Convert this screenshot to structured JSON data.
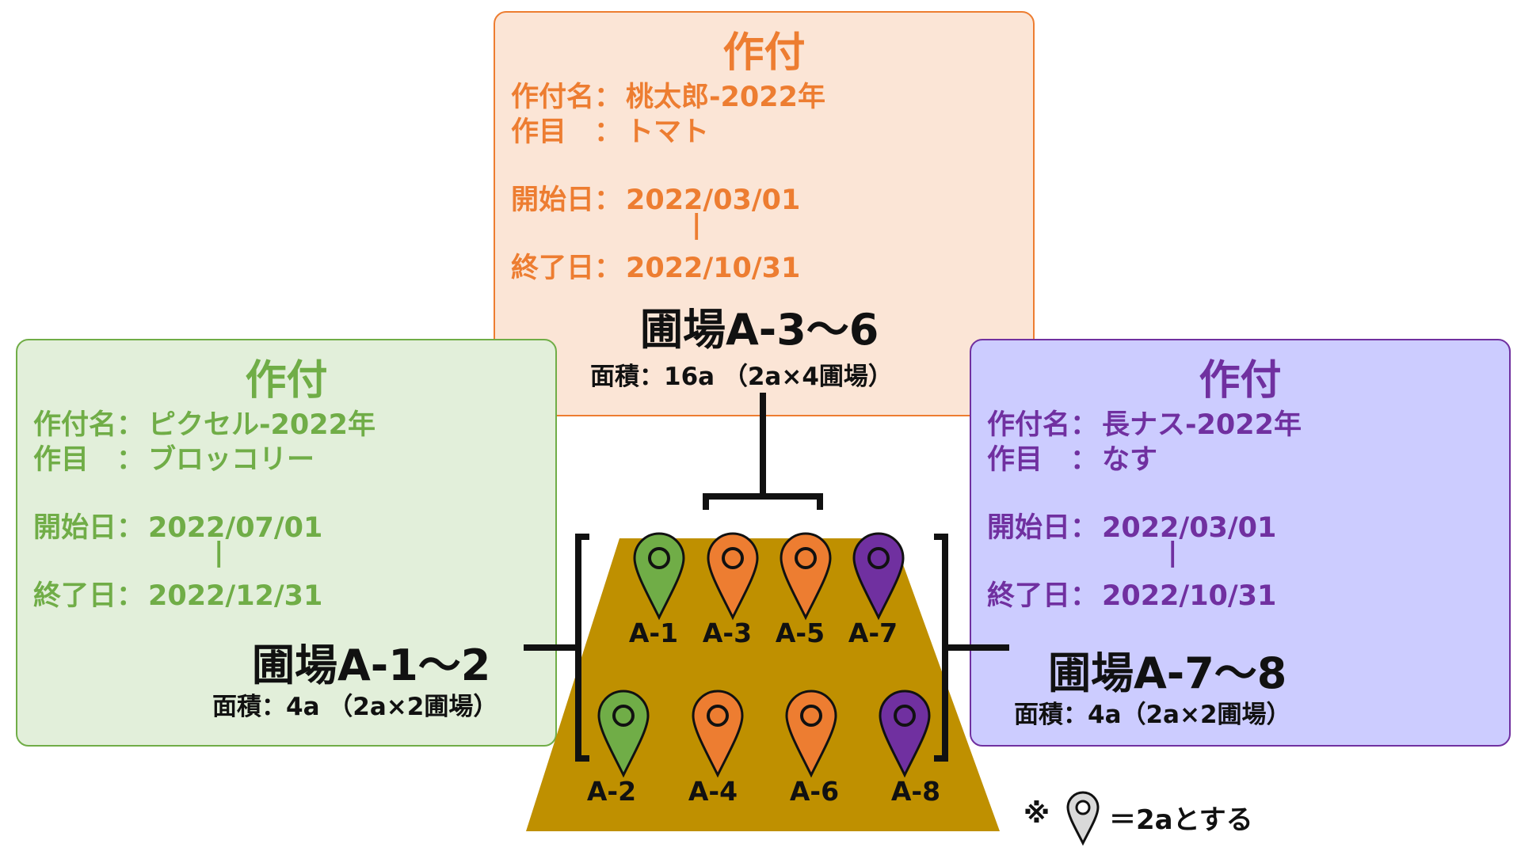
{
  "tomato_box": {
    "title": "作付",
    "name_label": "作付名：",
    "name_value": "桃太郎-2022年",
    "crop_label": "作目　：",
    "crop_value": "トマト",
    "start_label": "開始日：",
    "start_value": "2022/03/01",
    "end_label": "終了日：",
    "end_value": "2022/10/31",
    "field_title": "圃場A-3～6",
    "field_area": "面積：16a （2a×4圃場）",
    "color": "#ed7d31"
  },
  "broccoli_box": {
    "title": "作付",
    "name_label": "作付名：",
    "name_value": "ピクセル-2022年",
    "crop_label": "作目　：",
    "crop_value": "ブロッコリー",
    "start_label": "開始日：",
    "start_value": "2022/07/01",
    "end_label": "終了日：",
    "end_value": "2022/12/31",
    "field_title": "圃場A-1～2",
    "field_area": "面積：4a （2a×2圃場）",
    "color": "#70ad47"
  },
  "nasu_box": {
    "title": "作付",
    "name_label": "作付名：",
    "name_value": "長ナス-2022年",
    "crop_label": "作目　：",
    "crop_value": "なす",
    "start_label": "開始日：",
    "start_value": "2022/03/01",
    "end_label": "終了日：",
    "end_value": "2022/10/31",
    "field_title": "圃場A-7～8",
    "field_area": "面積：4a（2a×2圃場）",
    "color": "#7030a0"
  },
  "period_dash": "|",
  "pins": [
    {
      "label": "A-1",
      "color": "#70ad47",
      "icon": "map-pin-icon"
    },
    {
      "label": "A-3",
      "color": "#ed7d31",
      "icon": "map-pin-icon"
    },
    {
      "label": "A-5",
      "color": "#ed7d31",
      "icon": "map-pin-icon"
    },
    {
      "label": "A-7",
      "color": "#7030a0",
      "icon": "map-pin-icon"
    },
    {
      "label": "A-2",
      "color": "#70ad47",
      "icon": "map-pin-icon"
    },
    {
      "label": "A-4",
      "color": "#ed7d31",
      "icon": "map-pin-icon"
    },
    {
      "label": "A-6",
      "color": "#ed7d31",
      "icon": "map-pin-icon"
    },
    {
      "label": "A-8",
      "color": "#7030a0",
      "icon": "map-pin-icon"
    }
  ],
  "field_color": "#bf9000",
  "legend": {
    "mark": "※",
    "text": "＝2aとする",
    "pin_color": "#d9d9d9"
  }
}
